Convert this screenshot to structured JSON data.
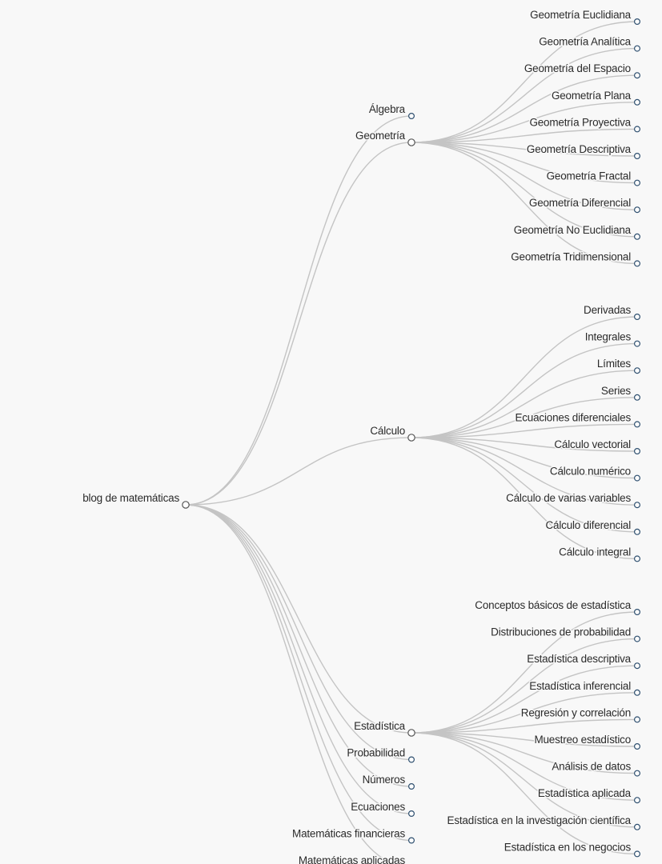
{
  "colors": {
    "background": "#f8f8f8",
    "link": "#c4c4c4",
    "expanded_node_stroke": "#555555",
    "leaf_node_stroke": "#2e4f6f",
    "label": "#2b2b2b"
  },
  "tree": {
    "name": "blog de matemáticas",
    "children": [
      {
        "name": "Álgebra"
      },
      {
        "name": "Geometría",
        "children": [
          {
            "name": "Geometría Euclidiana"
          },
          {
            "name": "Geometría Analítica"
          },
          {
            "name": "Geometría del Espacio"
          },
          {
            "name": "Geometría Plana"
          },
          {
            "name": "Geometría Proyectiva"
          },
          {
            "name": "Geometría Descriptiva"
          },
          {
            "name": "Geometría Fractal"
          },
          {
            "name": "Geometría Diferencial"
          },
          {
            "name": "Geometría No Euclidiana"
          },
          {
            "name": "Geometría Tridimensional"
          }
        ]
      },
      {
        "name": "Cálculo",
        "children": [
          {
            "name": "Derivadas"
          },
          {
            "name": "Integrales"
          },
          {
            "name": "Límites"
          },
          {
            "name": "Series"
          },
          {
            "name": "Ecuaciones diferenciales"
          },
          {
            "name": "Cálculo vectorial"
          },
          {
            "name": "Cálculo numérico"
          },
          {
            "name": "Cálculo de varias variables"
          },
          {
            "name": "Cálculo diferencial"
          },
          {
            "name": "Cálculo integral"
          }
        ]
      },
      {
        "name": "Estadística",
        "children": [
          {
            "name": "Conceptos básicos de estadística"
          },
          {
            "name": "Distribuciones de probabilidad"
          },
          {
            "name": "Estadística descriptiva"
          },
          {
            "name": "Estadística inferencial"
          },
          {
            "name": "Regresión y correlación"
          },
          {
            "name": "Muestreo estadístico"
          },
          {
            "name": "Análisis de datos"
          },
          {
            "name": "Estadística aplicada"
          },
          {
            "name": "Estadística en la investigación científica"
          },
          {
            "name": "Estadística en los negocios"
          }
        ]
      },
      {
        "name": "Probabilidad"
      },
      {
        "name": "Números"
      },
      {
        "name": "Ecuaciones"
      },
      {
        "name": "Matemáticas financieras"
      },
      {
        "name": "Matemáticas aplicadas"
      }
    ]
  }
}
